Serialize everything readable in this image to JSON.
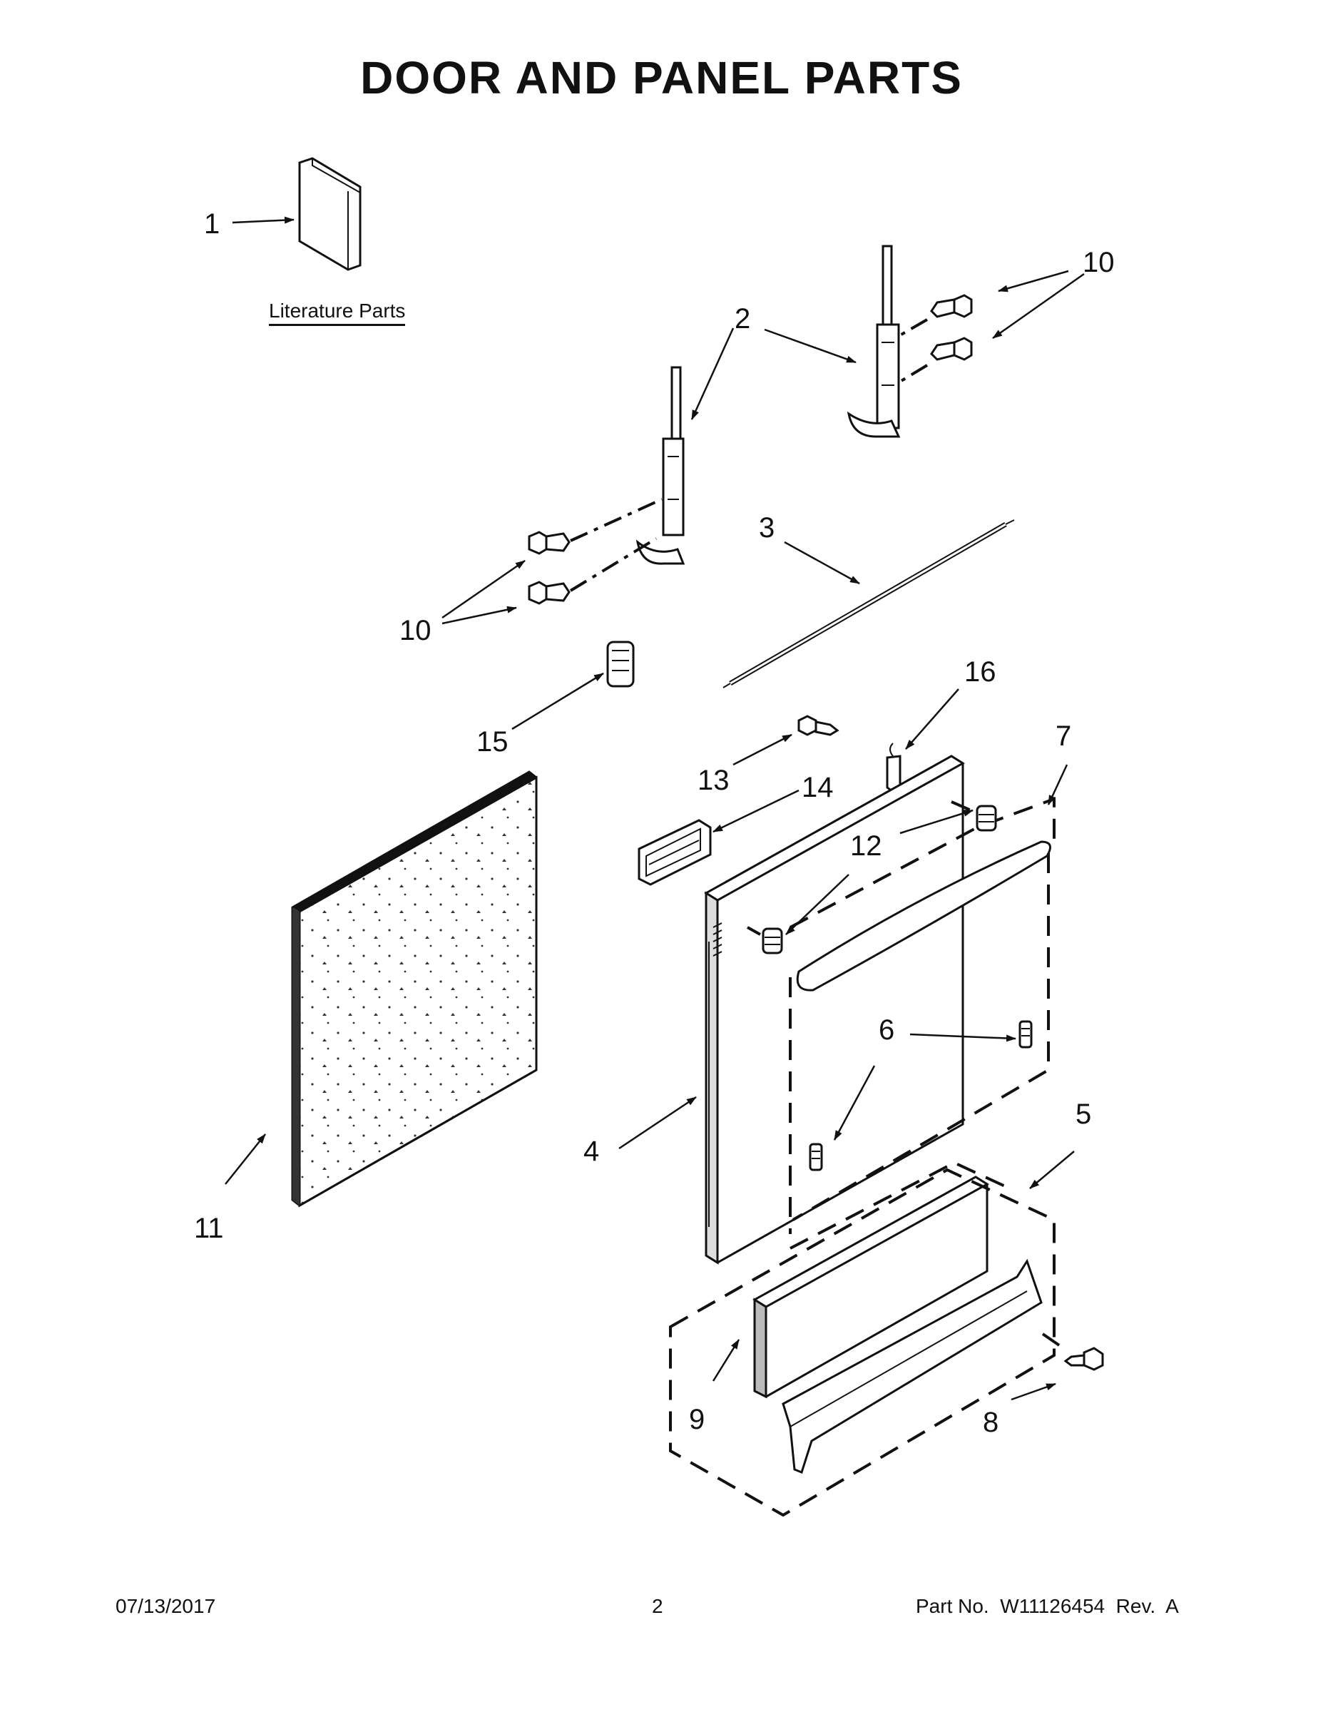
{
  "title": "DOOR AND PANEL PARTS",
  "literature_label": "Literature Parts",
  "callouts": [
    "1",
    "2",
    "3",
    "4",
    "5",
    "6",
    "7",
    "8",
    "9",
    "10",
    "10",
    "11",
    "12",
    "13",
    "14",
    "15",
    "16"
  ],
  "footer": {
    "date": "07/13/2017",
    "page": "2",
    "part_number": "Part No.  W11126454  Rev.  A"
  }
}
